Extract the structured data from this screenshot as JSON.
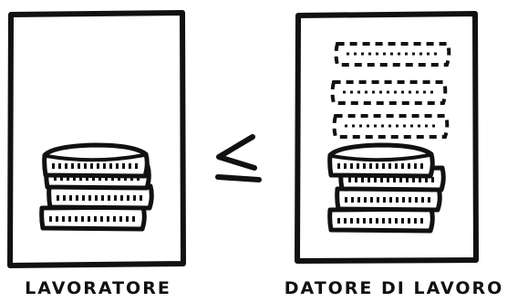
{
  "colors": {
    "ink": "#111111",
    "coin_fill": "#ffffff",
    "background": "#ffffff"
  },
  "left_panel": {
    "label": "LAVORATORE",
    "coin_count": 4
  },
  "right_panel": {
    "label": "DATORE DI LAVORO",
    "coin_count": 4,
    "dashed_placeholder_coins": 3
  },
  "comparison": {
    "symbol": "≤",
    "icon": "less-than-or-equal-icon"
  }
}
